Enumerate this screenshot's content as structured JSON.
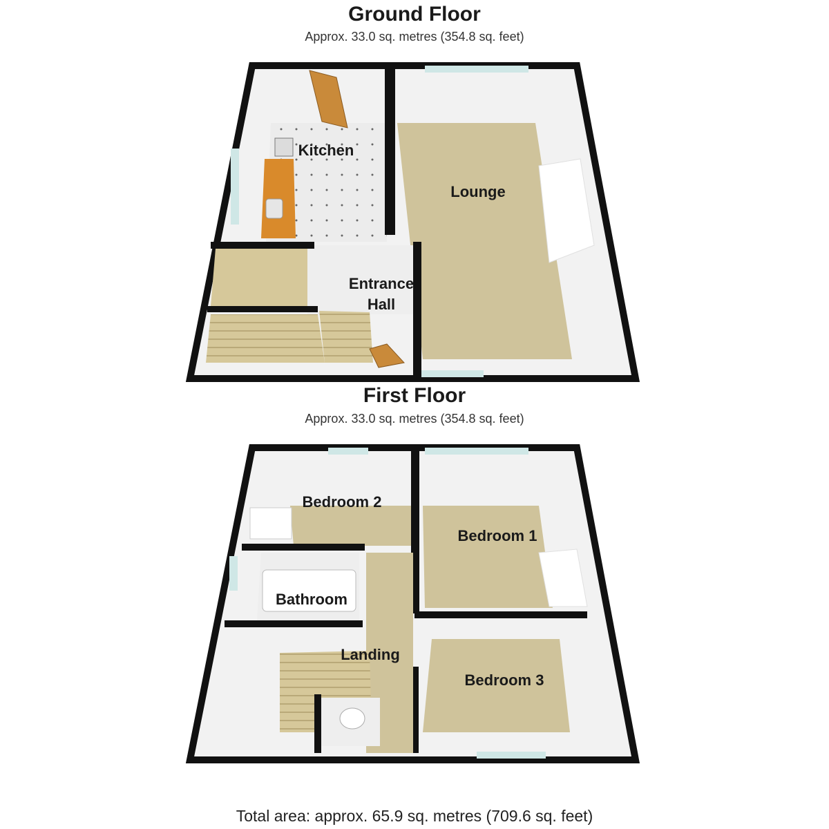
{
  "ground_floor": {
    "title": "Ground Floor",
    "area": "Approx.  33.0 sq. metres (354.8 sq. feet)",
    "rooms": {
      "kitchen": "Kitchen",
      "lounge": "Lounge",
      "entrance_line1": "Entrance",
      "entrance_line2": "Hall"
    }
  },
  "first_floor": {
    "title": "First Floor",
    "area": "Approx.  33.0 sq. metres (354.8 sq. feet)",
    "rooms": {
      "bedroom2": "Bedroom 2",
      "bedroom1": "Bedroom 1",
      "bathroom": "Bathroom",
      "landing": "Landing",
      "bedroom3": "Bedroom 3"
    }
  },
  "total_area": "Total area: approx.  65.9 sq. metres (709.6 sq. feet)",
  "colors": {
    "wall": "#111111",
    "carpet": "#cfc39b",
    "tile": "#ececec",
    "inner_wall": "#f4f4f4",
    "window": "#cfe7e6",
    "worktop": "#d98a2b",
    "door": "#c98a3a"
  }
}
